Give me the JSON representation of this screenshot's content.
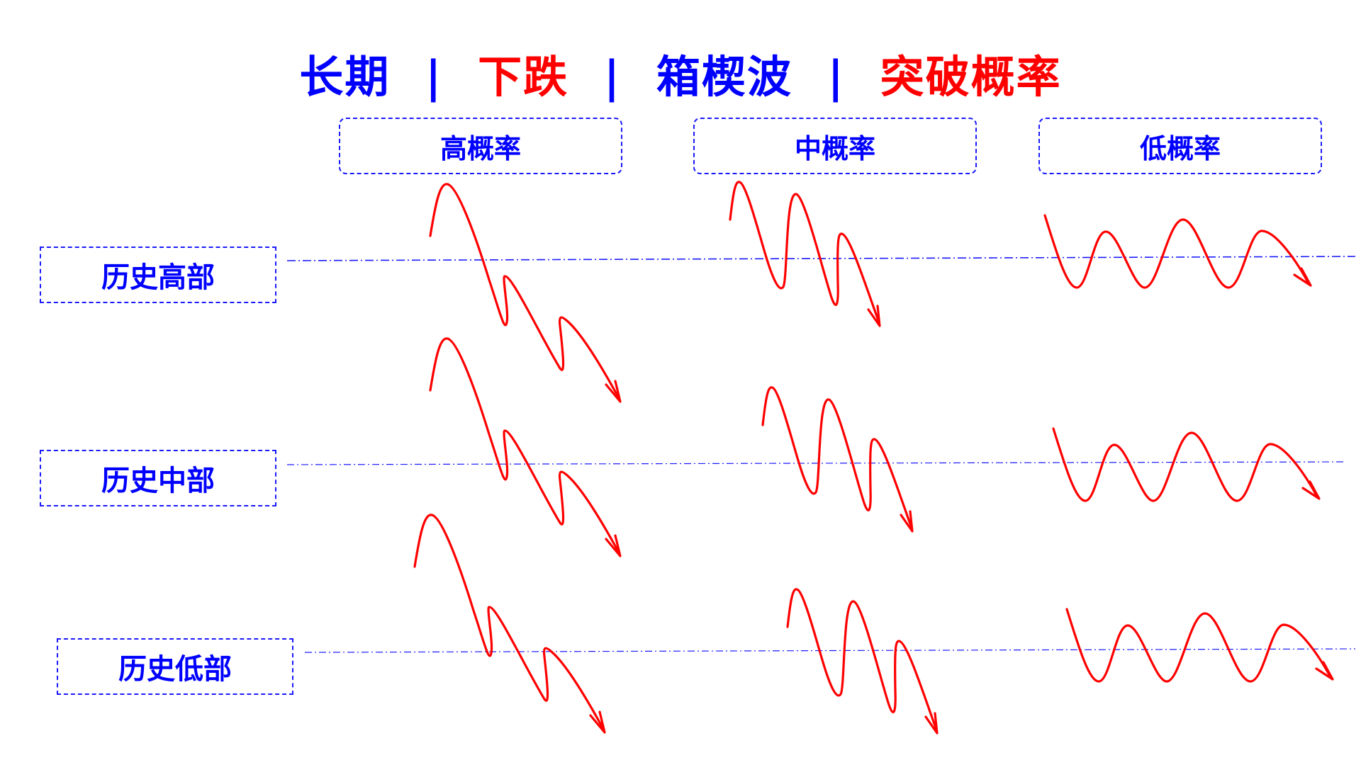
{
  "title": {
    "parts": [
      {
        "text": "长期",
        "color": "#0000ff"
      },
      {
        "text": "|",
        "color": "#0000ff"
      },
      {
        "text": "下跌",
        "color": "#ff0000"
      },
      {
        "text": "|",
        "color": "#0000ff"
      },
      {
        "text": "箱楔波",
        "color": "#0000ff"
      },
      {
        "text": "|",
        "color": "#0000ff"
      },
      {
        "text": "突破概率",
        "color": "#ff0000"
      }
    ]
  },
  "columns": [
    {
      "label": "高概率"
    },
    {
      "label": "中概率"
    },
    {
      "label": "低概率"
    }
  ],
  "rows": [
    {
      "label": "历史高部"
    },
    {
      "label": "历史中部"
    },
    {
      "label": "历史低部"
    }
  ],
  "colors": {
    "label_blue": "#0000ff",
    "wave_red": "#ff0000",
    "guide_line": "#1a1aff"
  }
}
